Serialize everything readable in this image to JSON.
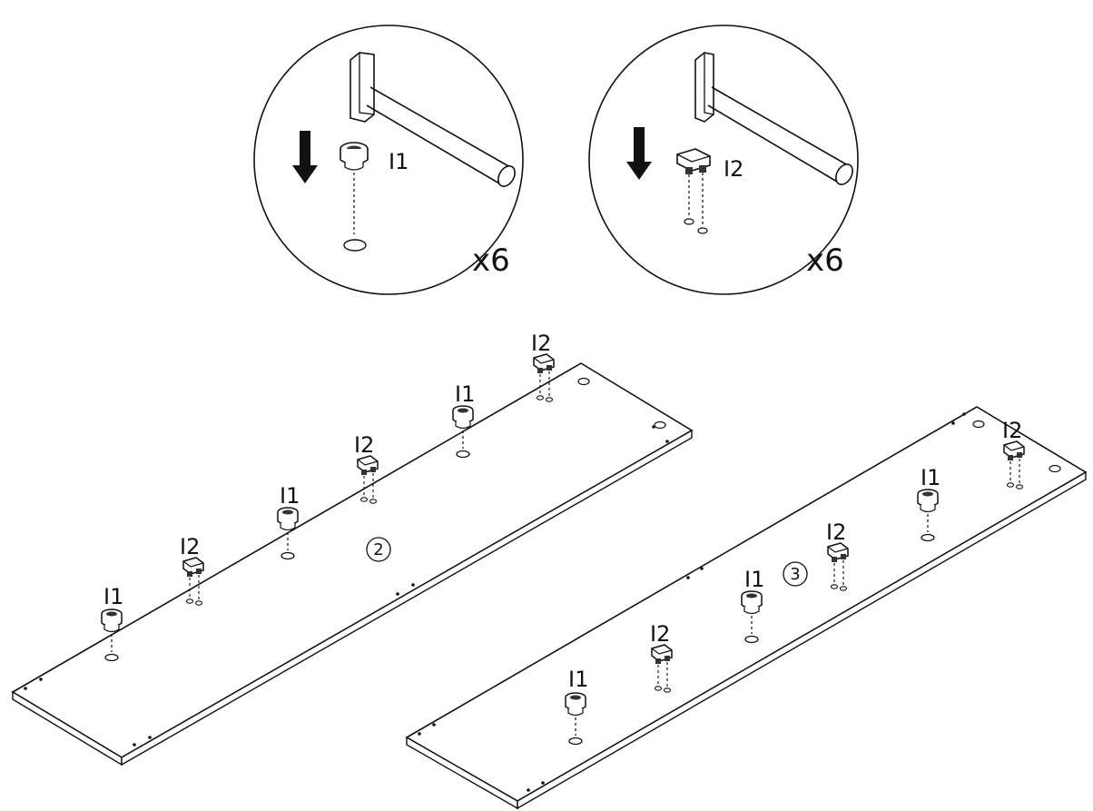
{
  "detail_left": {
    "part_label": "I1",
    "quantity": "x6"
  },
  "detail_right": {
    "part_label": "I2",
    "quantity": "x6"
  },
  "panel_2": {
    "number": "2",
    "labels": [
      "I1",
      "I2",
      "I1",
      "I2",
      "I1",
      "I2"
    ]
  },
  "panel_3": {
    "number": "3",
    "labels": [
      "I1",
      "I2",
      "I1",
      "I2",
      "I1",
      "I2"
    ]
  },
  "colors": {
    "line": "#111111",
    "background": "#ffffff"
  }
}
